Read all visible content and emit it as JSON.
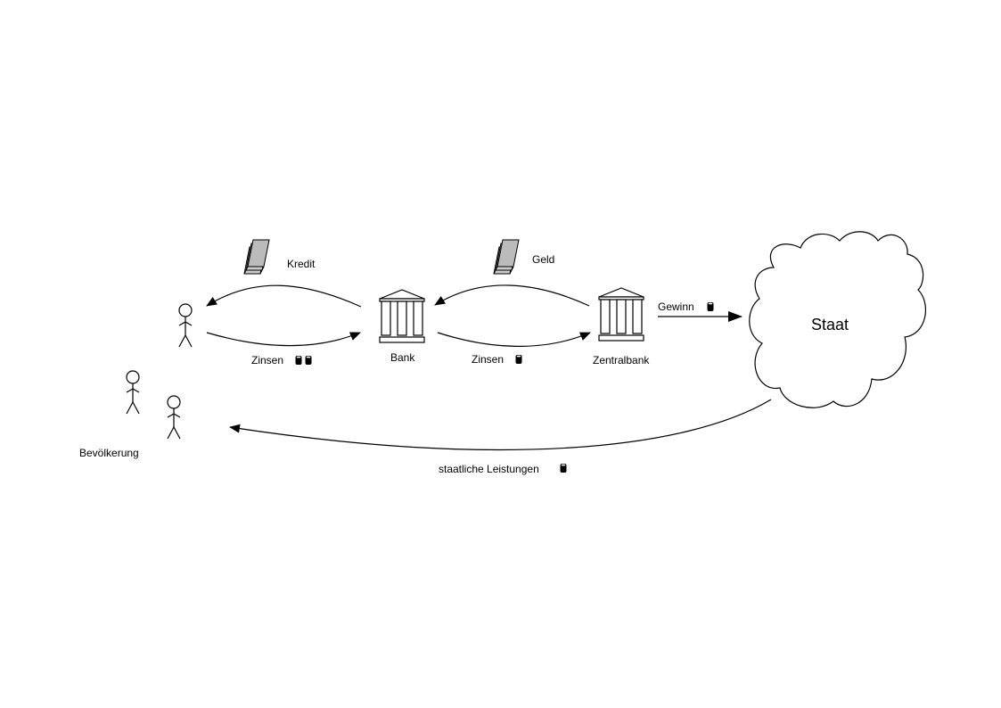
{
  "labels": {
    "kredit": "Kredit",
    "geld": "Geld",
    "zinsen_people": "Zinsen",
    "zinsen_bank": "Zinsen",
    "bank": "Bank",
    "zentralbank": "Zentralbank",
    "gewinn": "Gewinn",
    "staat": "Staat",
    "bevoelkerung": "Bevölkerung",
    "staatliche_leistungen": "staatliche Leistungen"
  },
  "icons": {
    "person": "stick-figure-icon",
    "bank": "bank-building-icon",
    "money": "banknote-stack-icon",
    "coin": "coin-icon",
    "cloud": "cloud-icon"
  },
  "coins": {
    "zinsen_people": 2,
    "zinsen_bank": 1,
    "gewinn": 1,
    "staatliche_leistungen": 1
  }
}
